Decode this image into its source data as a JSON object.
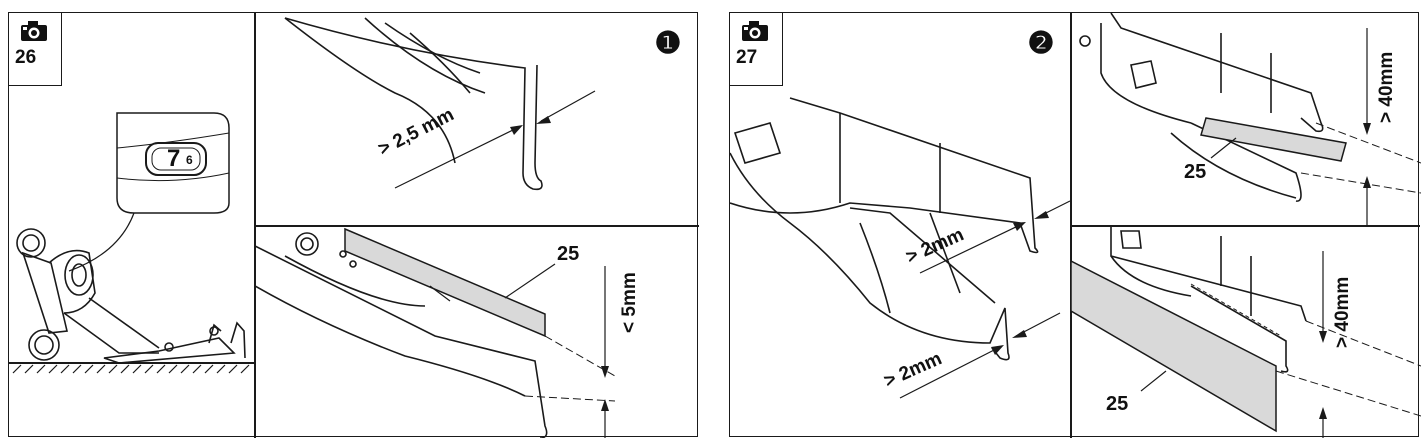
{
  "figures": [
    {
      "number": "26",
      "step_marker": "❶",
      "dial_value": "7",
      "dial_next": "6",
      "labels": {
        "blade_thickness": "> 2,5 mm",
        "part_number": "25",
        "lift": "< 5mm"
      }
    },
    {
      "number": "27",
      "step_marker": "❷",
      "labels": {
        "edge_upper": "> 2mm",
        "edge_lower": "> 2mm",
        "part_number_top": "25",
        "lift_top": "> 40mm",
        "part_number_bottom": "25",
        "lift_bottom": "> 40mm"
      }
    }
  ],
  "icons": {
    "camera": "camera-icon",
    "mower": "lawnmower-icon"
  },
  "colors": {
    "line": "#1a1a1a",
    "ruler_fill": "#d9d9d9"
  }
}
